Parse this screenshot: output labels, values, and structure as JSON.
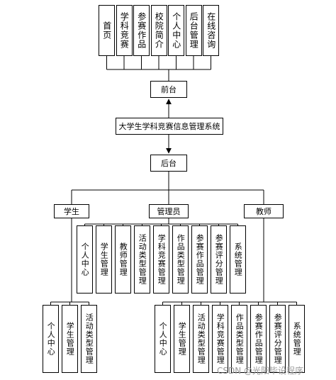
{
  "system": "大学生学科竞赛信息管理系统",
  "front": {
    "label": "前台",
    "modules": [
      "首页",
      "学科竞赛",
      "参赛作品",
      "校院简介",
      "个人中心",
      "后台管理",
      "在线咨询"
    ]
  },
  "back": {
    "label": "后台"
  },
  "roles": {
    "student": {
      "label": "学生",
      "modules": [
        "个人中心",
        "学生管理",
        "活动类型管理"
      ]
    },
    "admin": {
      "label": "管理员",
      "modules": [
        "个人中心",
        "学生管理",
        "教师管理",
        "活动类型管理",
        "学科竞赛管理",
        "作品类型管理",
        "参赛作品管理",
        "参赛评分管理",
        "系统管理"
      ]
    },
    "teacher": {
      "label": "教师",
      "modules": [
        "个人中心",
        "学生管理",
        "活动类型管理",
        "学科竞赛管理",
        "作品类型管理",
        "参赛作品管理",
        "参赛评分管理",
        "系统管理"
      ]
    }
  },
  "watermark": "CSDN @光阳毕设程序",
  "colors": {
    "line": "#000000",
    "background": "#ffffff",
    "watermark": "#9a9a9a"
  }
}
